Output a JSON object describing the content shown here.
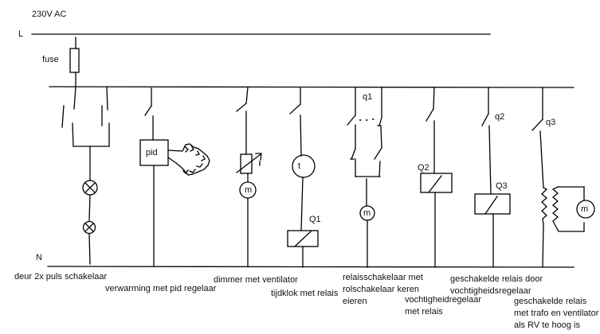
{
  "header": {
    "supply_label": "230V AC",
    "line_label": "L",
    "neutral_label": "N",
    "fuse_label": "fuse"
  },
  "colors": {
    "stroke": "#000000",
    "background": "#ffffff"
  },
  "symbols": {
    "pid": "pid",
    "timer": "t",
    "motor": "m",
    "q1": "q1",
    "Q1": "Q1",
    "Q2": "Q2",
    "q2": "q2",
    "Q3": "Q3",
    "q3": "q3"
  },
  "circuits": [
    {
      "id": "door",
      "label": "deur 2x puls schakelaar",
      "components": [
        "2x pulse switch",
        "lamp",
        "lamp"
      ]
    },
    {
      "id": "heating",
      "label": "verwarming met pid regelaar",
      "components": [
        "switch",
        "pid controller",
        "heating element"
      ]
    },
    {
      "id": "dimmer",
      "label": "dimmer met ventilator",
      "components": [
        "switch",
        "variable resistor",
        "motor"
      ]
    },
    {
      "id": "timer",
      "label": "tijdklok met relais",
      "components": [
        "switch",
        "timer",
        "relay Q1"
      ]
    },
    {
      "id": "roller",
      "label": "relaisschakelaar met\nrolschakelaar keren\neieren",
      "components": [
        "q1 changeover contacts",
        "motor"
      ]
    },
    {
      "id": "humidity",
      "label": "vochtigheidregelaar\nmet relais",
      "components": [
        "switch",
        "relay Q2"
      ]
    },
    {
      "id": "switched-relay",
      "label": "geschakelde relais door\nvochtigheidsregelaar",
      "components": [
        "q2 contact",
        "relay Q3"
      ]
    },
    {
      "id": "trafo-fan",
      "label": "geschakelde relais\nmet trafo en ventilator\nals RV te hoog is",
      "components": [
        "q3 contact",
        "transformer",
        "motor"
      ]
    }
  ]
}
